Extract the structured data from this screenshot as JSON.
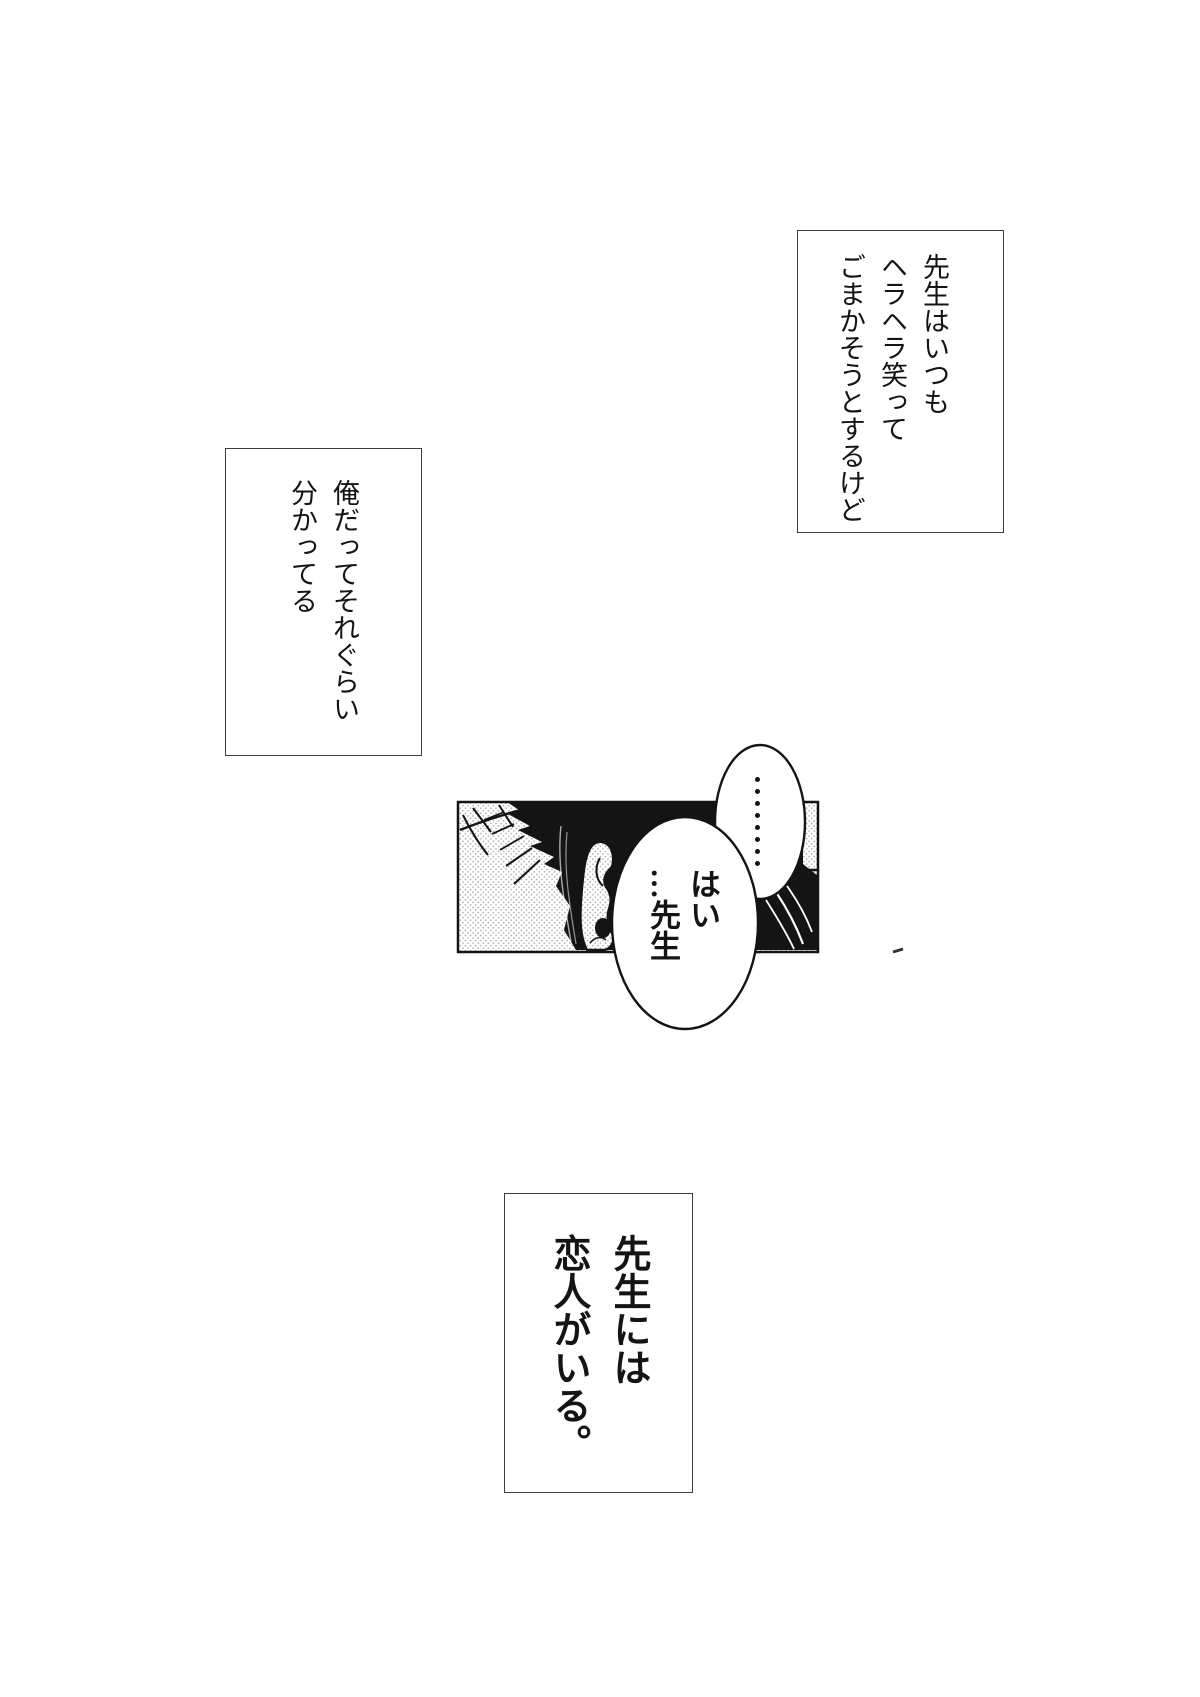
{
  "page": {
    "background": "#ffffff",
    "ink_color": "#141414",
    "halftone_color": "#a6a6a6",
    "border_color": "#3c3c3c"
  },
  "narration": {
    "top_right": {
      "text": "先生はいつも\nヘラヘラ笑って\nごまかそうとするけど"
    },
    "left": {
      "text": "俺だってそれぐらい\n分かってる"
    },
    "bottom": {
      "text": "先生には\n恋人がいる。"
    }
  },
  "panel": {
    "art_alt": "close-up of the back of a head: dark hair and an ear on a halftone background",
    "bubbles": {
      "silence": {
        "text": "………",
        "dots_count": 8
      },
      "reply": {
        "text": "はい\n…先生"
      }
    }
  }
}
